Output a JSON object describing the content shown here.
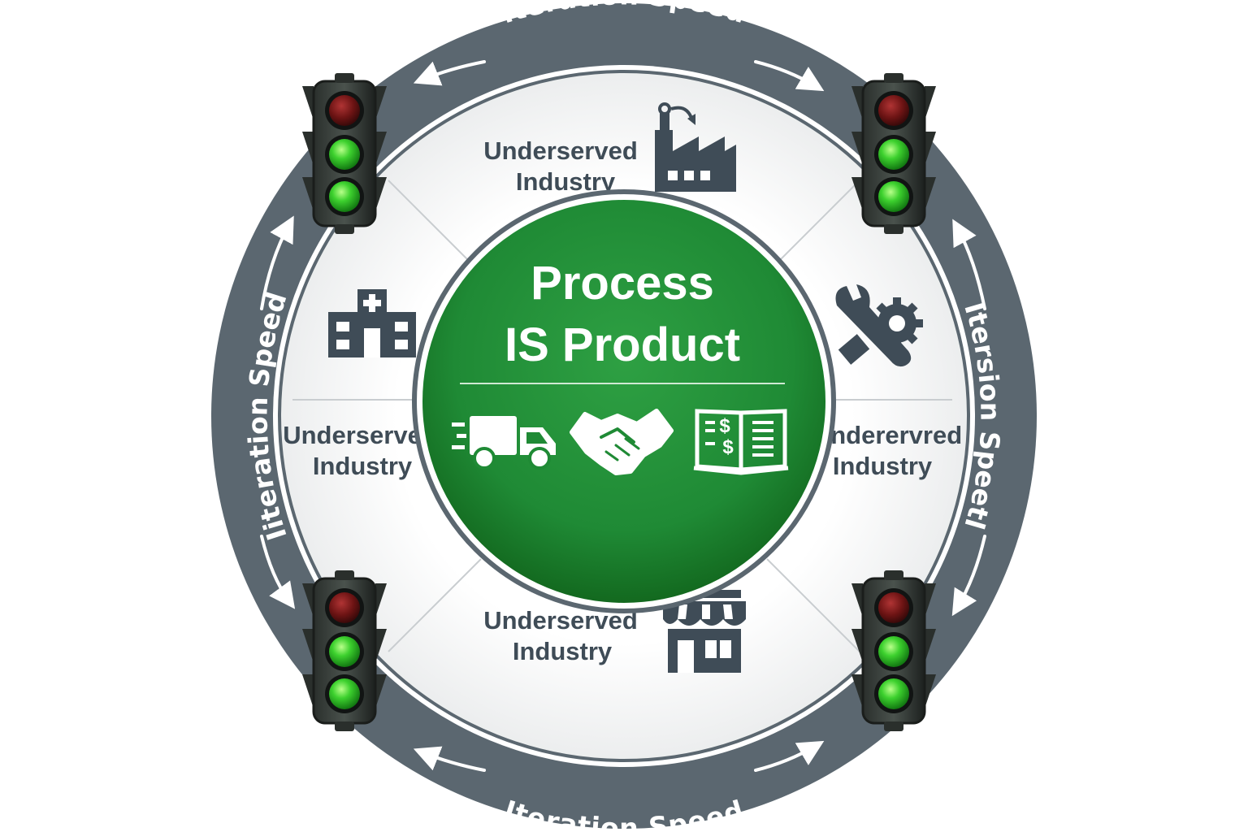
{
  "diagram": {
    "center": {
      "title_line1": "Process",
      "title_line2": "IS Product",
      "icons": [
        "truck-icon",
        "handshake-icon",
        "ledger-book-icon"
      ]
    },
    "ring_labels": {
      "top": "Iteration Speed",
      "bottom": "Iteration Speed",
      "left": "Iiteration Speed",
      "right": "Itersion Speetl"
    },
    "segments": {
      "top": {
        "line1": "Underserved",
        "line2": "Industry",
        "icon": "factory-icon"
      },
      "left": {
        "line1": "Underserved",
        "line2": "Industry",
        "icon": "hospital-icon"
      },
      "right": {
        "line1": "Underervred",
        "line2": "Industry",
        "icon": "wrench-gear-icon"
      },
      "bottom": {
        "line1": "Underserved",
        "line2": "Industry",
        "icon": "storefront-icon"
      }
    },
    "traffic_lights": [
      "top-left",
      "top-right",
      "bottom-left",
      "bottom-right"
    ],
    "colors": {
      "ring": "#5b6770",
      "ring_dark": "#3f4c57",
      "center_green": "#1f8a35",
      "center_green_dark": "#13691f",
      "light_green": "#3dd12e",
      "light_red": "#8a1d1d",
      "segment_bg": "#f1f2f2",
      "text_dark": "#3f4c57"
    }
  }
}
